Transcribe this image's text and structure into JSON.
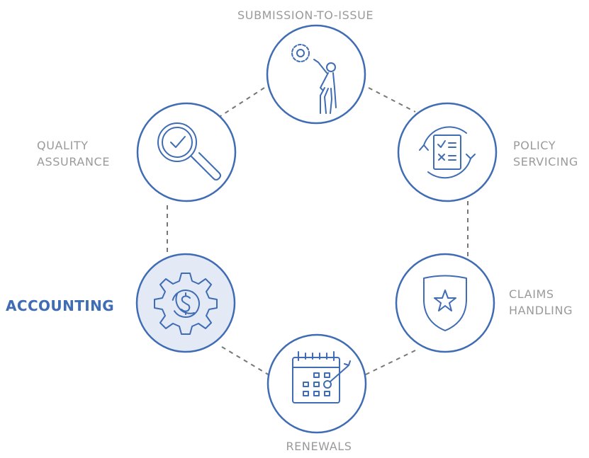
{
  "diagram": {
    "accent_color": "#3f6cb4",
    "active_fill": "#e3eaf6",
    "connector_color": "#777777",
    "label_color": "#9a9a9a",
    "active_step": "accounting",
    "steps": {
      "submission": {
        "label": "SUBMISSION-TO-ISSUE",
        "icon": "person-gear-icon"
      },
      "policy": {
        "label_line1": "POLICY",
        "label_line2": "SERVICING",
        "icon": "checklist-cycle-icon"
      },
      "claims": {
        "label_line1": "CLAIMS",
        "label_line2": "HANDLING",
        "icon": "shield-star-icon"
      },
      "renewals": {
        "label": "RENEWALS",
        "icon": "calendar-target-icon"
      },
      "accounting": {
        "label": "ACCOUNTING",
        "icon": "gear-dollar-icon"
      },
      "quality": {
        "label_line1": "QUALITY",
        "label_line2": "ASSURANCE",
        "icon": "magnifier-check-icon"
      }
    }
  }
}
